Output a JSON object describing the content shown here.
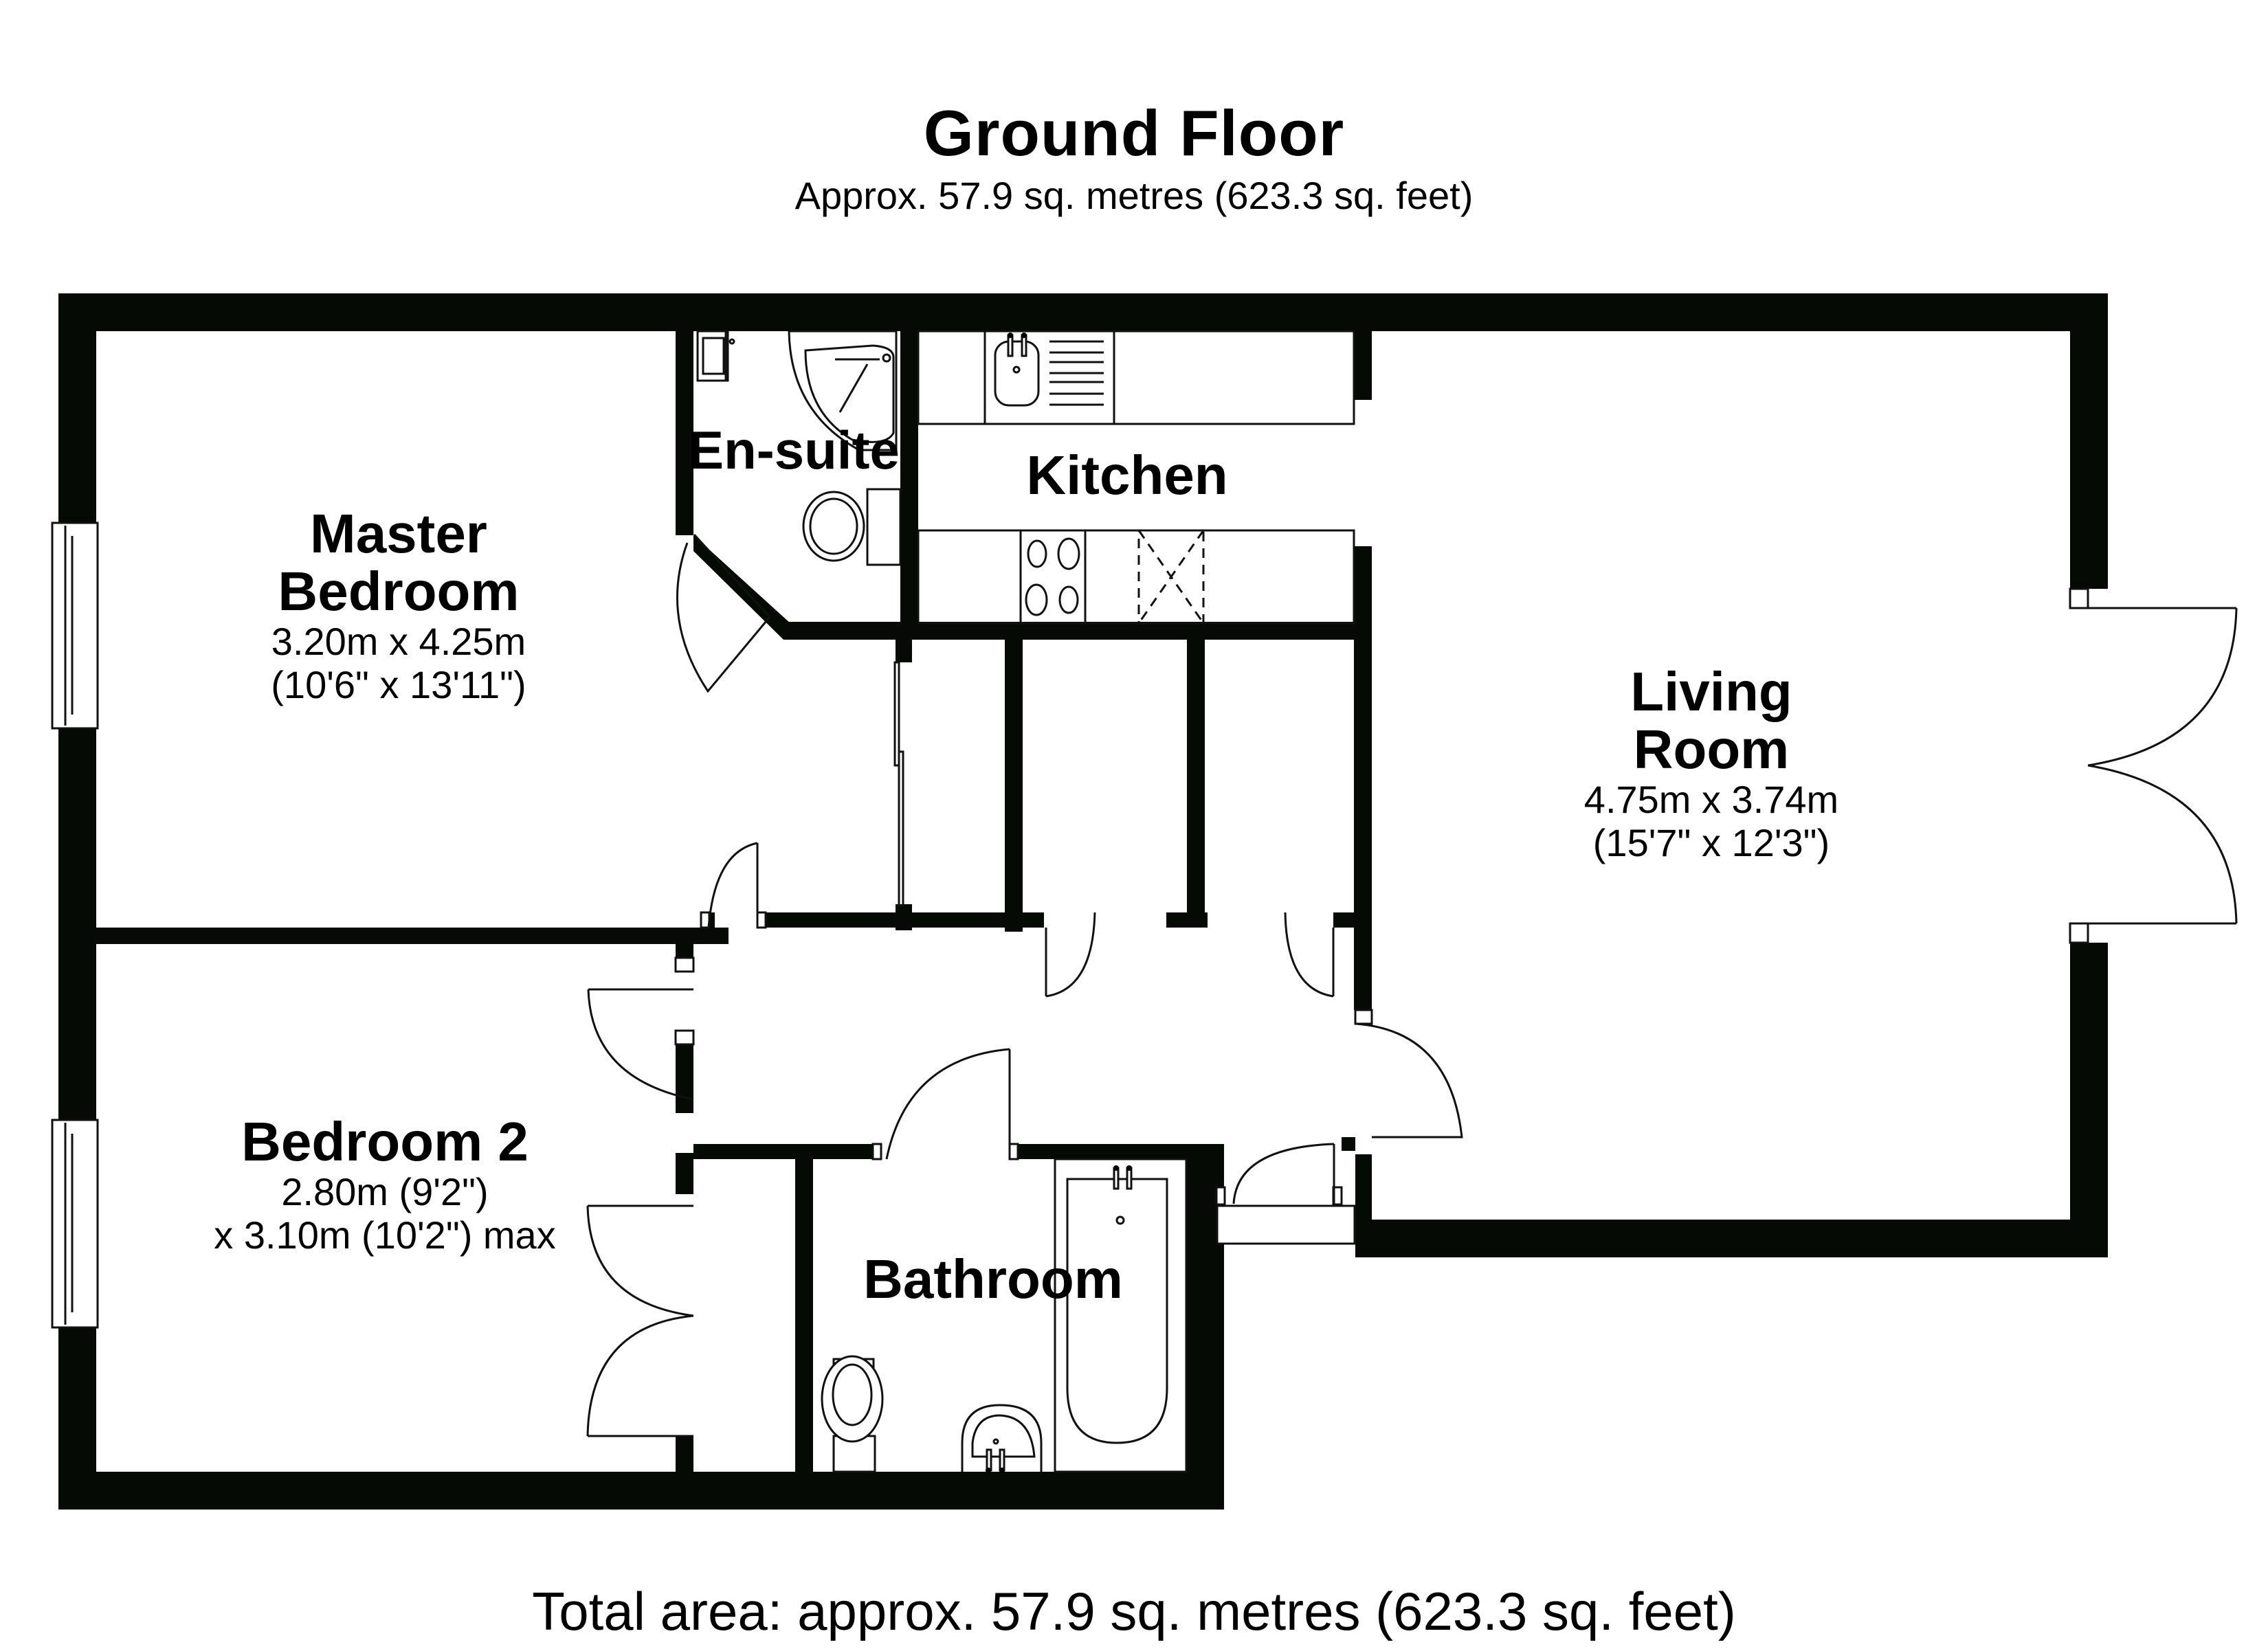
{
  "header": {
    "title": "Ground Floor",
    "subtitle": "Approx. 57.9 sq. metres (623.3 sq. feet)"
  },
  "rooms": {
    "master_bedroom": {
      "name_line1": "Master",
      "name_line2": "Bedroom",
      "dim_metric": "3.20m x 4.25m",
      "dim_imperial": "(10'6\" x 13'11\")"
    },
    "en_suite": {
      "name": "En-suite"
    },
    "kitchen": {
      "name": "Kitchen"
    },
    "living_room": {
      "name_line1": "Living",
      "name_line2": "Room",
      "dim_metric": "4.75m x 3.74m",
      "dim_imperial": "(15'7\" x 12'3\")"
    },
    "bedroom_2": {
      "name": "Bedroom 2",
      "dim_line1": "2.80m (9'2\")",
      "dim_line2": "x 3.10m (10'2\") max"
    },
    "bathroom": {
      "name": "Bathroom"
    }
  },
  "footer": {
    "total_area": "Total area: approx. 57.9 sq. metres (623.3 sq. feet)"
  },
  "colors": {
    "wall": "#050a05",
    "background": "#ffffff",
    "line": "#111111"
  }
}
